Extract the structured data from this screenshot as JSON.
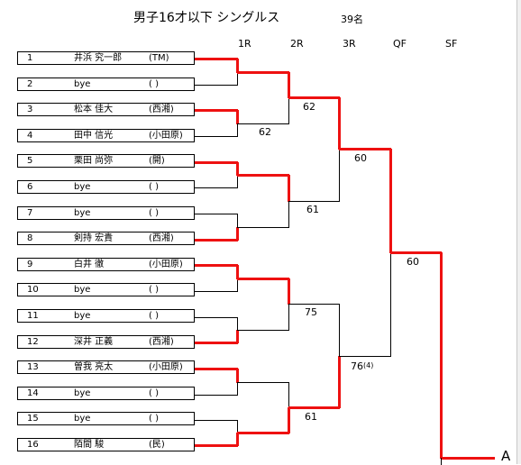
{
  "header": {
    "title": "男子16才以下  シングルス",
    "count": "39名"
  },
  "rounds": [
    "1R",
    "2R",
    "3R",
    "QF",
    "SF"
  ],
  "players": [
    {
      "num": "1",
      "name": "井浜  究一郎",
      "club": "(TM)"
    },
    {
      "num": "2",
      "name": "bye",
      "club": "(      )"
    },
    {
      "num": "3",
      "name": "松本  佳大",
      "club": "(西湘)"
    },
    {
      "num": "4",
      "name": "田中  信光",
      "club": "(小田原)"
    },
    {
      "num": "5",
      "name": "栗田  尚弥",
      "club": "(開)"
    },
    {
      "num": "6",
      "name": "bye",
      "club": "(      )"
    },
    {
      "num": "7",
      "name": "bye",
      "club": "(      )"
    },
    {
      "num": "8",
      "name": "剣持  宏貴",
      "club": "(西湘)"
    },
    {
      "num": "9",
      "name": "白井  徹",
      "club": "(小田原)"
    },
    {
      "num": "10",
      "name": "bye",
      "club": "(      )"
    },
    {
      "num": "11",
      "name": "bye",
      "club": "(      )"
    },
    {
      "num": "12",
      "name": "深井  正義",
      "club": "(西湘)"
    },
    {
      "num": "13",
      "name": "曽我  亮太",
      "club": "(小田原)"
    },
    {
      "num": "14",
      "name": "bye",
      "club": "(      )"
    },
    {
      "num": "15",
      "name": "bye",
      "club": "(      )"
    },
    {
      "num": "16",
      "name": "陌間  駿",
      "club": "(民)"
    }
  ],
  "scores": {
    "r1_m2": "62",
    "r2_m1": "62",
    "r2_m2": "61",
    "r2_m3": "75",
    "r2_m4": "61",
    "r3_m1": "60",
    "r3_m2": "76",
    "r3_m2_tiebreak": "(4)",
    "qf": "60"
  },
  "block_mark": "A",
  "colors": {
    "winner_line": "#ee1111",
    "bracket_line": "#000000"
  }
}
